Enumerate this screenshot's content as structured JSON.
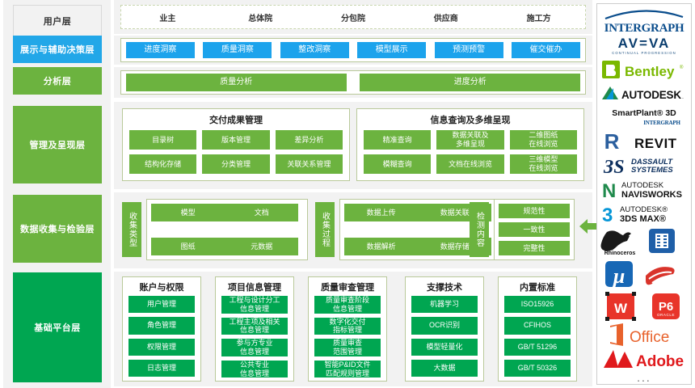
{
  "layers": [
    {
      "name": "user",
      "label": "用户层",
      "style": "plain"
    },
    {
      "name": "presentation",
      "label": "展示与辅助决策层",
      "style": "blue"
    },
    {
      "name": "analysis",
      "label": "分析层",
      "style": "green"
    },
    {
      "name": "management",
      "label": "管理及呈现层",
      "style": "green"
    },
    {
      "name": "data-collection",
      "label": "数据收集与检验层",
      "style": "green"
    },
    {
      "name": "base-platform",
      "label": "基础平台层",
      "style": "dark-green"
    }
  ],
  "stakeholders": [
    "业主",
    "总体院",
    "分包院",
    "供应商",
    "施工方"
  ],
  "insights": [
    "进度洞察",
    "质量洞察",
    "整改洞察",
    "模型展示",
    "预测预警",
    "催交催办"
  ],
  "analysis": [
    "质量分析",
    "进度分析"
  ],
  "management": {
    "cards": [
      {
        "title": "交付成果管理",
        "items": [
          "目录树",
          "版本管理",
          "差异分析",
          "结构化存储",
          "分类管理",
          "关联关系管理"
        ]
      },
      {
        "title": "信息查询及多维呈现",
        "items": [
          "精准查询",
          "数据关联及\n多维呈现",
          "二维图纸\n在线浏览",
          "模糊查询",
          "文档在线浏览",
          "三维模型\n在线浏览"
        ]
      }
    ]
  },
  "data_collection": {
    "groups": [
      {
        "label": "收集类型",
        "items": [
          "模型",
          "文档",
          "图纸",
          "元数据"
        ]
      },
      {
        "label": "收集过程",
        "items": [
          "数据上传",
          "数据关联",
          "数据解析",
          "数据存储"
        ]
      },
      {
        "label": "检测内容",
        "items": [
          "规范性",
          "一致性",
          "完整性"
        ]
      }
    ],
    "arrow": "left-arrow"
  },
  "base_platform": {
    "columns": [
      {
        "title": "账户与权限",
        "items": [
          "用户管理",
          "角色管理",
          "权限管理",
          "日志管理"
        ]
      },
      {
        "title": "项目信息管理",
        "items": [
          "工程与设计分工\n信息管理",
          "工程主项及相关\n信息管理",
          "参与方专业\n信息管理",
          "公共专业\n信息管理"
        ]
      },
      {
        "title": "质量审查管理",
        "items": [
          "质量审查阶段\n信息管理",
          "数字化交付\n指标管理",
          "质量审查\n范围管理",
          "智能P&ID文件\n匹配规则管理"
        ]
      },
      {
        "title": "支撑技术",
        "items": [
          "机器学习",
          "OCR识别",
          "模型轻量化",
          "大数据"
        ]
      },
      {
        "title": "内置标准",
        "items": [
          "ISO15926",
          "CFIHOS",
          "GB/T 51296",
          "GB/T 50326"
        ]
      }
    ]
  },
  "vendor_logos": [
    {
      "name": "intergraph-logo",
      "text": "INTERGRAPH",
      "sub": ""
    },
    {
      "name": "aveva-logo",
      "text": "AV=VA",
      "sub": "CONTINUAL PROGRESSION"
    },
    {
      "name": "bentley-logo",
      "text": "Bentley",
      "sub": ""
    },
    {
      "name": "autodesk-logo",
      "text": "AUTODESK",
      "sub": ""
    },
    {
      "name": "smartplant-3d-logo",
      "text": "SmartPlant® 3D",
      "sub": "INTERGRAPH"
    },
    {
      "name": "revit-logo",
      "text": "REVIT",
      "sub": ""
    },
    {
      "name": "dassault-systemes-logo",
      "text": "DASSAULT SYSTEMES",
      "sub": ""
    },
    {
      "name": "navisworks-logo",
      "text": "AUTODESK NAVISWORKS",
      "sub": ""
    },
    {
      "name": "3ds-max-logo",
      "text": "AUTODESK 3DS MAX",
      "sub": ""
    },
    {
      "name": "rhinoceros-logo",
      "text": "Rhinoceros",
      "sub": ""
    },
    {
      "name": "microstation-logo",
      "text": "µ",
      "sub": ""
    },
    {
      "name": "sketchup-logo",
      "text": "SketchUp",
      "sub": ""
    },
    {
      "name": "wps-logo",
      "text": "W",
      "sub": ""
    },
    {
      "name": "primavera-p6-logo",
      "text": "P6",
      "sub": "ORACLE"
    },
    {
      "name": "ms-office-logo",
      "text": "Office",
      "sub": ""
    },
    {
      "name": "adobe-logo",
      "text": "Adobe",
      "sub": ""
    },
    {
      "name": "more-ellipsis",
      "text": "...",
      "sub": ""
    }
  ],
  "colors": {
    "blue": "#1ca3ec",
    "green": "#6cb33f",
    "dark_green": "#00a651",
    "band": "#f2f2f2",
    "border": "#b9c99a"
  }
}
